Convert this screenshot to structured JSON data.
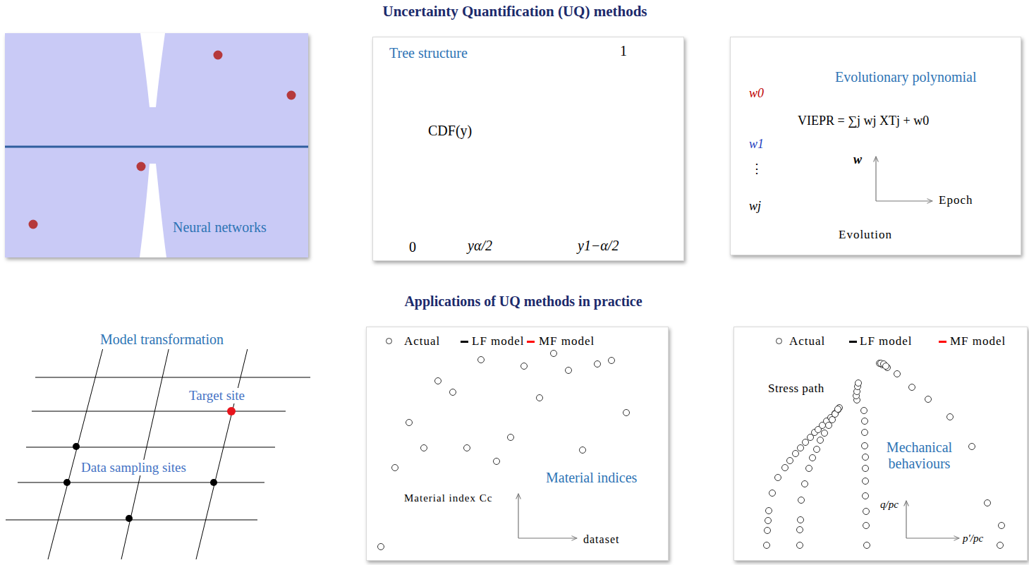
{
  "diagram": {
    "title": "Uncertainty Quantification (UQ) methods",
    "nodes": [
      {
        "text": [
          "Neural networks"
        ]
      },
      {
        "text": [
          "Tree structure",
          "1",
          "CDF(y)",
          "0",
          "yα/2",
          "y1−α/2"
        ]
      },
      {
        "text": [
          "Evolutionary polynomial",
          "w0",
          "VIEPR = ∑j wj XTj + w0",
          "w1",
          "⋮",
          "w",
          "Epoch",
          "wj",
          "Evolution"
        ]
      },
      {
        "text": [
          "Material indices",
          "Material index Cc",
          "dataset"
        ]
      },
      {
        "text": [
          "Stress path",
          "Mechanical behaviours",
          "q/pc",
          "p′/pc"
        ]
      }
    ],
    "labels": [
      "Applications of UQ methods in practice",
      "Model transformation",
      "Target site",
      "Data sampling sites"
    ],
    "legend": [
      {
        "text": "Actual"
      },
      {
        "text": "LF model",
        "color": "#000000"
      },
      {
        "text": "MF model",
        "color": "#ff0000"
      },
      {
        "text": "Actual"
      },
      {
        "text": "LF model",
        "color": "#000000"
      },
      {
        "text": "MF model",
        "color": "#ff0000"
      }
    ]
  }
}
